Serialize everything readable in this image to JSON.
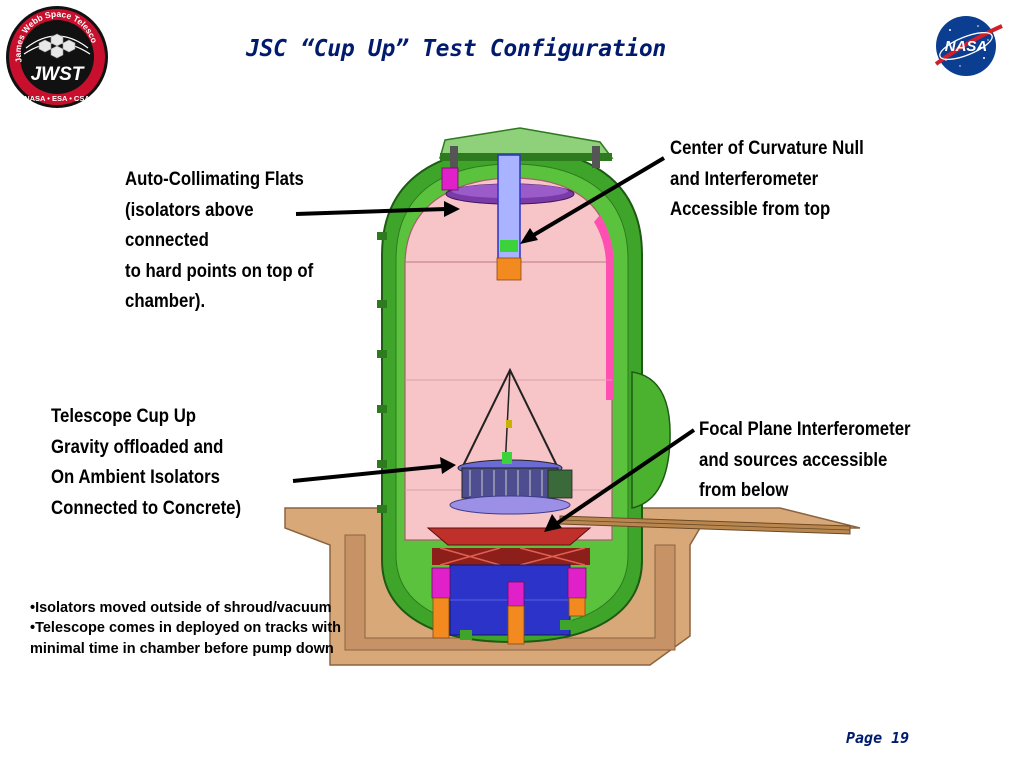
{
  "slide": {
    "title": "JSC “Cup Up” Test Configuration",
    "page": "Page 19"
  },
  "logos": {
    "jwst": {
      "ring_text": "James Webb Space Telescope",
      "wordmark": "JWST",
      "partners": "NASA • ESA • CSA",
      "icon": "jwst-mission-logo-icon"
    },
    "nasa": {
      "wordmark": "NASA",
      "icon": "nasa-meatball-logo-icon"
    }
  },
  "callouts": {
    "auto_collimating": {
      "lines": [
        "Auto-Collimating Flats",
        "(isolators above",
        "connected",
        "to hard points on top of",
        "chamber)."
      ]
    },
    "center_of_curvature": {
      "lines": [
        "Center of Curvature Null",
        "and Interferometer",
        "Accessible from top"
      ]
    },
    "telescope_cup_up": {
      "lines": [
        "Telescope Cup Up",
        "Gravity offloaded and",
        "On Ambient Isolators",
        "Connected to Concrete)"
      ]
    },
    "focal_plane": {
      "lines": [
        "Focal Plane Interferometer",
        "and sources accessible",
        "from below"
      ]
    }
  },
  "notes": [
    "•Isolators moved outside of shroud/vacuum",
    "•Telescope comes in deployed on tracks with minimal time in chamber before pump down"
  ],
  "colors": {
    "title": "#001a6e",
    "chamber_green": "#3fa52a",
    "shroud_pink": "#f7c4c8",
    "concrete": "#d9a878",
    "isolator_magenta": "#e020c8",
    "support_blue": "#2c33c9",
    "truss_red": "#b22222"
  }
}
